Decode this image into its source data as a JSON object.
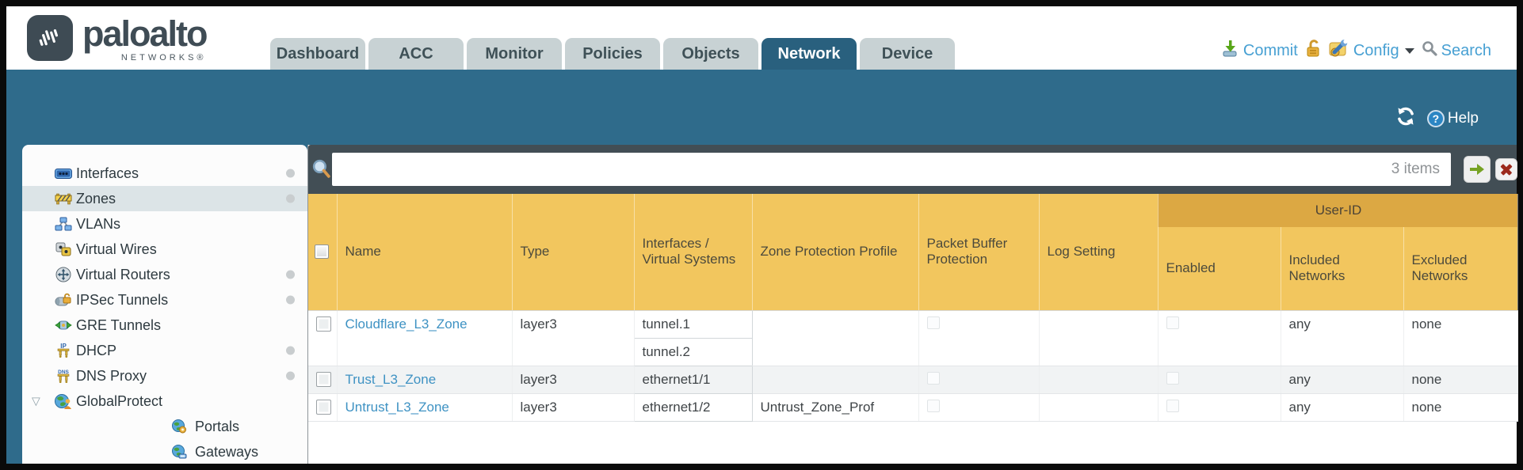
{
  "header": {
    "brand": {
      "name": "paloalto",
      "subtitle": "NETWORKS®"
    },
    "tabs": [
      {
        "label": "Dashboard",
        "active": false
      },
      {
        "label": "ACC",
        "active": false
      },
      {
        "label": "Monitor",
        "active": false
      },
      {
        "label": "Policies",
        "active": false
      },
      {
        "label": "Objects",
        "active": false
      },
      {
        "label": "Network",
        "active": true
      },
      {
        "label": "Device",
        "active": false
      }
    ],
    "actions": {
      "commit_label": "Commit",
      "config_label": "Config",
      "search_label": "Search"
    }
  },
  "subheader": {
    "help_label": "Help"
  },
  "sidebar": {
    "items": [
      {
        "label": "Interfaces",
        "icon": "interfaces-icon",
        "dot": true,
        "selected": false,
        "child": false,
        "expanded": false
      },
      {
        "label": "Zones",
        "icon": "zones-icon",
        "dot": true,
        "selected": true,
        "child": false,
        "expanded": false
      },
      {
        "label": "VLANs",
        "icon": "vlans-icon",
        "dot": false,
        "selected": false,
        "child": false,
        "expanded": false
      },
      {
        "label": "Virtual Wires",
        "icon": "virtual-wires-icon",
        "dot": false,
        "selected": false,
        "child": false,
        "expanded": false
      },
      {
        "label": "Virtual Routers",
        "icon": "virtual-routers-icon",
        "dot": true,
        "selected": false,
        "child": false,
        "expanded": false
      },
      {
        "label": "IPSec Tunnels",
        "icon": "ipsec-tunnels-icon",
        "dot": true,
        "selected": false,
        "child": false,
        "expanded": false
      },
      {
        "label": "GRE Tunnels",
        "icon": "gre-tunnels-icon",
        "dot": false,
        "selected": false,
        "child": false,
        "expanded": false
      },
      {
        "label": "DHCP",
        "icon": "dhcp-icon",
        "dot": true,
        "selected": false,
        "child": false,
        "expanded": false
      },
      {
        "label": "DNS Proxy",
        "icon": "dns-proxy-icon",
        "dot": true,
        "selected": false,
        "child": false,
        "expanded": false
      },
      {
        "label": "GlobalProtect",
        "icon": "globalprotect-icon",
        "dot": false,
        "selected": false,
        "child": false,
        "expanded": true
      },
      {
        "label": "Portals",
        "icon": "portals-icon",
        "dot": false,
        "selected": false,
        "child": true,
        "expanded": false
      },
      {
        "label": "Gateways",
        "icon": "gateways-icon",
        "dot": false,
        "selected": false,
        "child": true,
        "expanded": false
      }
    ]
  },
  "toolbar": {
    "search_value": "",
    "items_count": "3 items"
  },
  "table": {
    "group_header": "User-ID",
    "columns": [
      "Name",
      "Type",
      "Interfaces / Virtual Systems",
      "Zone Protection Profile",
      "Packet Buffer Protection",
      "Log Setting",
      "Enabled",
      "Included Networks",
      "Excluded Networks"
    ],
    "rows": [
      {
        "name": "Cloudflare_L3_Zone",
        "type": "layer3",
        "interfaces": [
          "tunnel.1",
          "tunnel.2"
        ],
        "zone_protection_profile": "",
        "packet_buffer_protection": false,
        "log_setting": "",
        "enabled": false,
        "included_networks": "any",
        "excluded_networks": "none"
      },
      {
        "name": "Trust_L3_Zone",
        "type": "layer3",
        "interfaces": [
          "ethernet1/1"
        ],
        "zone_protection_profile": "",
        "packet_buffer_protection": false,
        "log_setting": "",
        "enabled": false,
        "included_networks": "any",
        "excluded_networks": "none"
      },
      {
        "name": "Untrust_L3_Zone",
        "type": "layer3",
        "interfaces": [
          "ethernet1/2"
        ],
        "zone_protection_profile": "Untrust_Zone_Prof",
        "packet_buffer_protection": false,
        "log_setting": "",
        "enabled": false,
        "included_networks": "any",
        "excluded_networks": "none"
      }
    ]
  },
  "colors": {
    "teal_band": "#2f6b8b",
    "active_tab": "#29607e",
    "toolbar_slate": "#424e55",
    "header_amber": "#f2c65e",
    "user_id_band": "#dca843",
    "link_blue": "#3e92c3",
    "action_blue": "#47a0d3"
  }
}
